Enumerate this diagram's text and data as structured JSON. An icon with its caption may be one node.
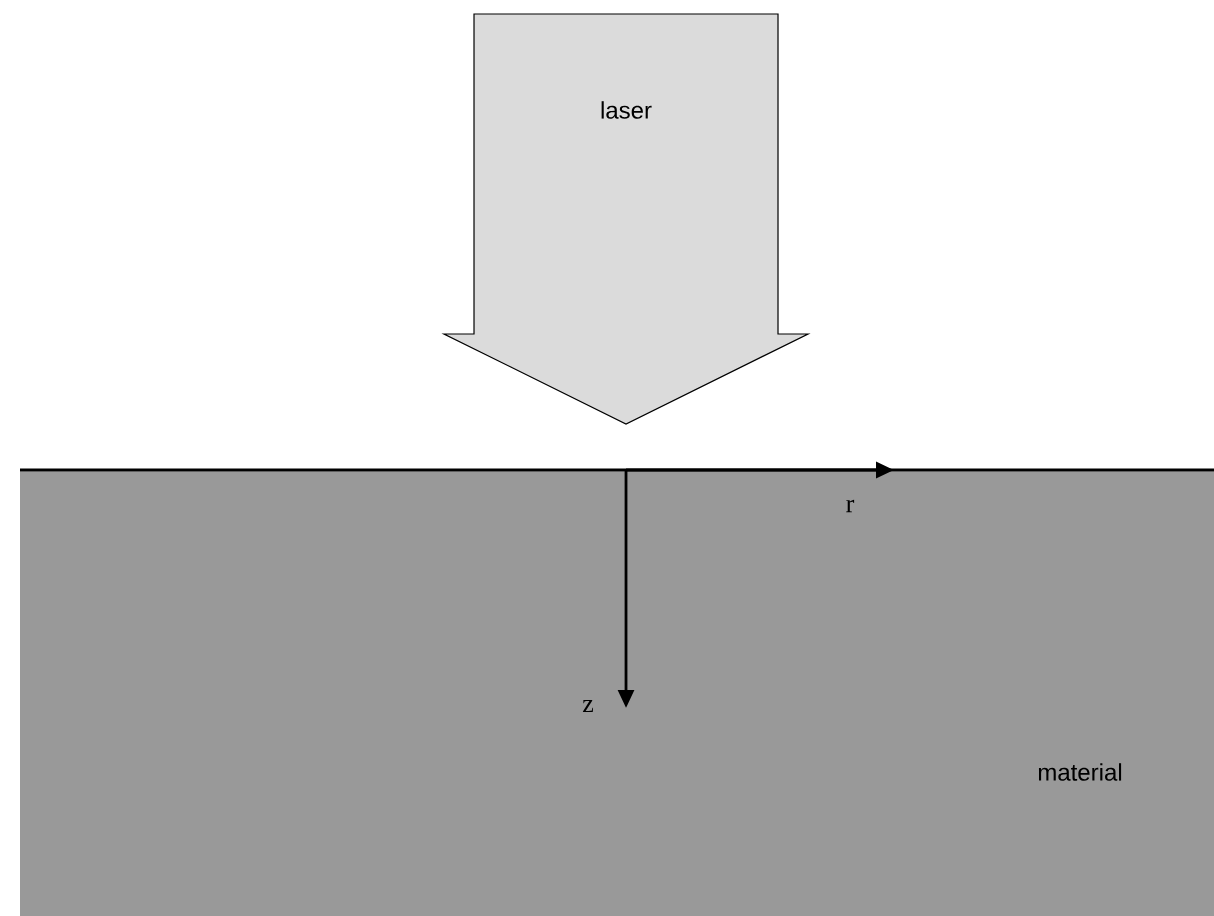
{
  "diagram": {
    "nodes": [
      {
        "text": [
          "laser"
        ]
      },
      {
        "text": [
          "material"
        ]
      }
    ],
    "labels": [
      "r",
      "z"
    ]
  }
}
